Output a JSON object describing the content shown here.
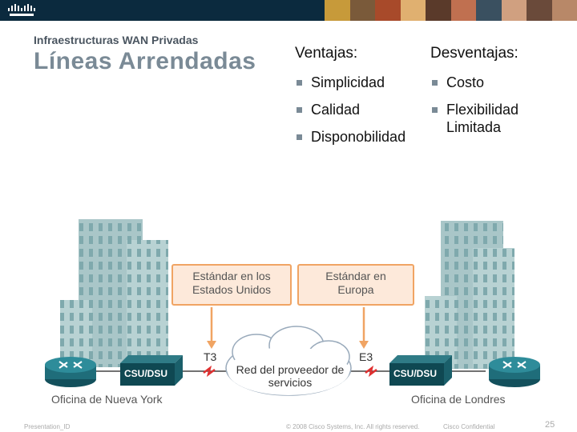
{
  "header": {
    "logo_icon": "cisco-logo-icon",
    "bar_color": "#0b2a3e"
  },
  "slide": {
    "subtitle": "Infraestructuras WAN Privadas",
    "title": "Líneas Arrendadas"
  },
  "advantages": {
    "heading": "Ventajas:",
    "items": [
      "Simplicidad",
      "Calidad",
      "Disponobilidad"
    ]
  },
  "disadvantages": {
    "heading": "Desventajas:",
    "items": [
      "Costo",
      "Flexibilidad",
      "Limitada"
    ]
  },
  "diagram": {
    "callout_us_1": "Estándar en los",
    "callout_us_2": "Estados Unidos",
    "callout_eu_1": "Estándar en",
    "callout_eu_2": "Europa",
    "line_left": "T3",
    "line_right": "E3",
    "csu_left": "CSU/DSU",
    "csu_right": "CSU/DSU",
    "cloud_1": "Red del proveedor de",
    "cloud_2": "servicios",
    "office_left": "Oficina de Nueva York",
    "office_right": "Oficina de Londres",
    "callout_color": "#f0a463"
  },
  "footer": {
    "left": "Presentation_ID",
    "center": "© 2008 Cisco Systems, Inc. All rights reserved.",
    "right": "Cisco Confidential",
    "page": "25"
  }
}
